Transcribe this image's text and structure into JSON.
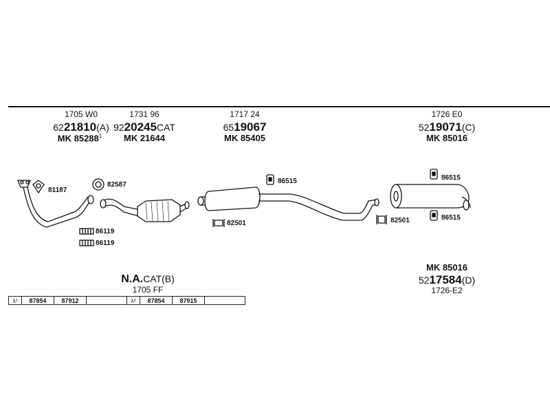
{
  "groups": [
    {
      "code_top": "1705 W0",
      "pre": "62",
      "main": "21810",
      "suffix": "(A)",
      "mk": "MK 85288",
      "mk_sup": "1"
    },
    {
      "code_top": "1731 96",
      "pre": "92",
      "main": "20245",
      "suffix": "CAT",
      "mk": "MK 21644"
    },
    {
      "code_top": "1717 24",
      "pre": "65",
      "main": "19067",
      "suffix": "",
      "mk": "MK 85405"
    },
    {
      "code_top": "1726 E0",
      "pre": "52",
      "main": "19071",
      "suffix": "(C)",
      "mk": "MK 85016"
    }
  ],
  "parts": {
    "p81187": "81187",
    "p82587": "82587",
    "p86119a": "86119",
    "p86119b": "86119",
    "p86515a": "86515",
    "p82501a": "82501",
    "p86515b": "86515",
    "p86515c": "86515",
    "p82501b": "82501"
  },
  "na": {
    "main": "N.A.",
    "suffix": "CAT(B)",
    "code": "1705 FF"
  },
  "alt": {
    "mk": "MK 85016",
    "pre": "52",
    "main": "17584",
    "suffix": "(D)",
    "code": "1726-E2"
  },
  "lambda": {
    "l1": "λ¹",
    "l1_vals": [
      "87854",
      "87912",
      ""
    ],
    "l2": "λ²",
    "l2_vals": [
      "87854",
      "87915",
      ""
    ]
  },
  "colors": {
    "line": "#111111",
    "background": "#ffffff"
  }
}
